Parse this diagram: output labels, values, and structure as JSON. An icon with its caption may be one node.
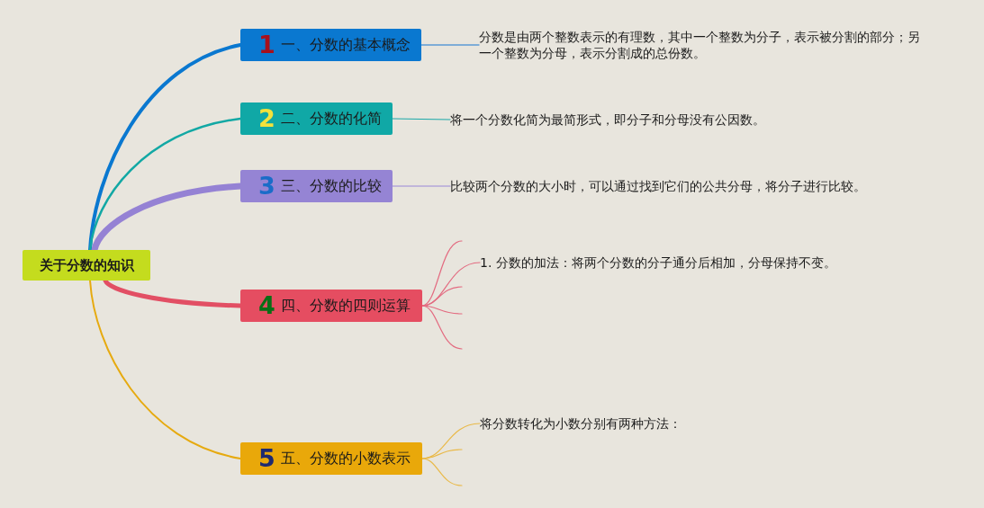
{
  "diagram": {
    "nodes": [
      {
        "text": [
          "关于分数的知识"
        ]
      },
      {
        "text": [
          "1",
          "一、分数的基本概念"
        ]
      },
      {
        "text": [
          "2",
          "二、分数的化简"
        ]
      },
      {
        "text": [
          "3",
          "三、分数的比较"
        ]
      },
      {
        "text": [
          "4",
          "四、分数的四则运算"
        ]
      },
      {
        "text": [
          "5",
          "五、分数的小数表示"
        ]
      },
      {
        "text": [
          "分数是由两个整数表示的有理数，其中一个整数为分子，表示被分割的部分；另一个整数为分母，表示分割成的总份数。"
        ]
      },
      {
        "text": [
          "将一个分数化简为最简形式，即分子和分母没有公因数。"
        ]
      },
      {
        "text": [
          "比较两个分数的大小时，可以通过找到它们的公共分母，将分子进行比较。"
        ]
      },
      {
        "text": [
          "1. 分数的加法：将两个分数的分子通分后相加，分母保持不变。"
        ]
      },
      {
        "text": [
          "将分数转化为小数分别有两种方法："
        ]
      }
    ],
    "edges": [
      {
        "from": 0,
        "to": 1,
        "arrow": "none",
        "style": "thick",
        "color": "#0a78d0"
      },
      {
        "from": 0,
        "to": 2,
        "arrow": "none",
        "color": "#12a8a4"
      },
      {
        "from": 0,
        "to": 3,
        "arrow": "none",
        "style": "thick",
        "color": "#9582d4"
      },
      {
        "from": 0,
        "to": 4,
        "arrow": "none",
        "style": "thick",
        "color": "#e24f64"
      },
      {
        "from": 0,
        "to": 5,
        "arrow": "none",
        "color": "#e6aa10"
      },
      {
        "from": 1,
        "to": 6,
        "arrow": "none",
        "color": "#5b9bd5"
      },
      {
        "from": 2,
        "to": 7,
        "arrow": "none",
        "color": "#1aa8a8"
      },
      {
        "from": 3,
        "to": 8,
        "arrow": "none",
        "color": "#9a88d8"
      },
      {
        "from": 4,
        "to": null,
        "arrow": "none",
        "color": "#e36b80"
      },
      {
        "from": 4,
        "to": 9,
        "arrow": "none",
        "color": "#e36b80"
      },
      {
        "from": 4,
        "to": null,
        "arrow": "none",
        "color": "#e36b80"
      },
      {
        "from": 4,
        "to": null,
        "arrow": "none",
        "color": "#e36b80"
      },
      {
        "from": 4,
        "to": null,
        "arrow": "none",
        "color": "#e36b80"
      },
      {
        "from": 5,
        "to": 10,
        "arrow": "none",
        "color": "#e9b948"
      },
      {
        "from": 5,
        "to": null,
        "arrow": "none",
        "color": "#e9b948"
      },
      {
        "from": 5,
        "to": null,
        "arrow": "none",
        "color": "#e9b948"
      }
    ]
  }
}
